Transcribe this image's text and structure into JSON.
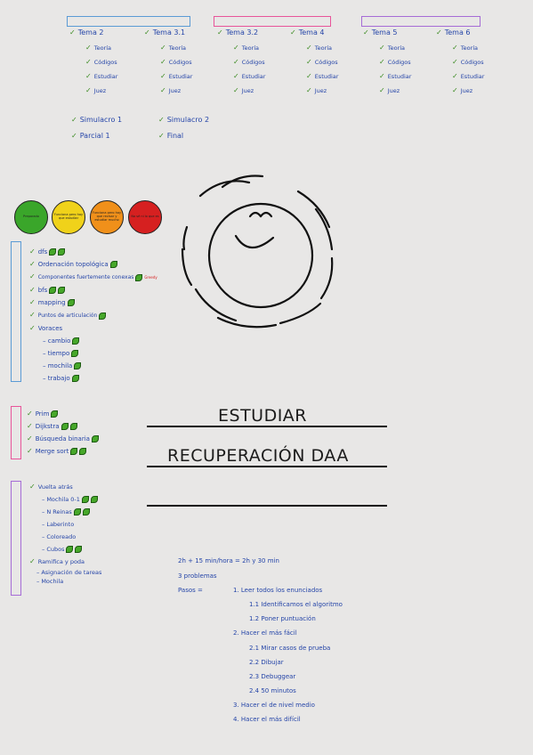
{
  "top_columns": [
    {
      "bar_color": "#5b9bd5",
      "temas": [
        {
          "label": "Tema 2",
          "items": [
            "Teoría",
            "Códigos",
            "Estudiar",
            "Juez"
          ]
        },
        {
          "label": "Tema 3.1",
          "items": [
            "Teoría",
            "Códigos",
            "Estudiar",
            "Juez"
          ]
        }
      ]
    },
    {
      "bar_color": "#e8559a",
      "temas": [
        {
          "label": "Tema 3.2",
          "items": [
            "Teoría",
            "Códigos",
            "Estudiar",
            "Juez"
          ]
        },
        {
          "label": "Tema 4",
          "items": [
            "Teoría",
            "Códigos",
            "Estudiar",
            "Juez"
          ]
        }
      ]
    },
    {
      "bar_color": "#a66cd6",
      "temas": [
        {
          "label": "Tema 5",
          "items": [
            "Teoría",
            "Códigos",
            "Estudiar",
            "Juez"
          ]
        },
        {
          "label": "Tema 6",
          "items": [
            "Teoría",
            "Códigos",
            "Estudiar",
            "Juez"
          ]
        }
      ]
    }
  ],
  "exams": [
    "Simulacro 1",
    "Simulacro 2",
    "Parcial 1",
    "Final"
  ],
  "legend": [
    {
      "label": "Preparado",
      "color": "#3aa62a"
    },
    {
      "label": "Funciona pero hay que estudiar",
      "color": "#f0d21a"
    },
    {
      "label": "Funciona pero hay que revisar y estudiar mucho",
      "color": "#f0901a"
    },
    {
      "label": "No sé ni lo que es",
      "color": "#d62020"
    }
  ],
  "group1": {
    "color": "#5b9bd5",
    "items": [
      "dfs",
      "Ordenación topológica",
      "Componentes fuertemente conexas",
      "bfs",
      "mapping",
      "Puntos de articulación",
      "Voraces"
    ],
    "voraces_sub": [
      "cambio",
      "tiempo",
      "mochila",
      "trabajo"
    ],
    "extra": "Greedy"
  },
  "group2": {
    "color": "#e8559a",
    "items": [
      "Prim",
      "Dijkstra",
      "Búsqueda binaria",
      "Merge sort"
    ]
  },
  "group3": {
    "color": "#a66cd6",
    "head": "Vuelta atrás",
    "sub": [
      "Mochila 0-1",
      "N Reinas",
      "Laberinto",
      "Coloreado",
      "Cubos"
    ],
    "head2": "Ramifica y poda",
    "sub2": [
      "Asignación de tareas",
      "Mochila"
    ]
  },
  "titles": {
    "line1": "ESTUDIAR",
    "line2": "RECUPERACIÓN DAA"
  },
  "plan": {
    "line1": "2h + 15 min/hora  =  2h y 30 min",
    "line2": "3 problemas",
    "pasos_label": "Pasos =",
    "steps": [
      "1.  Leer todos los enunciados",
      "1.1  Identificamos el algoritmo",
      "1.2  Poner puntuación",
      "2.  Hacer el más fácil",
      "2.1  Mirar casos de prueba",
      "2.2  Dibujar",
      "2.3  Debuggear",
      "2.4  50 minutos",
      "3.  Hacer el de nivel medio",
      "4.  Hacer el más difícil"
    ]
  }
}
